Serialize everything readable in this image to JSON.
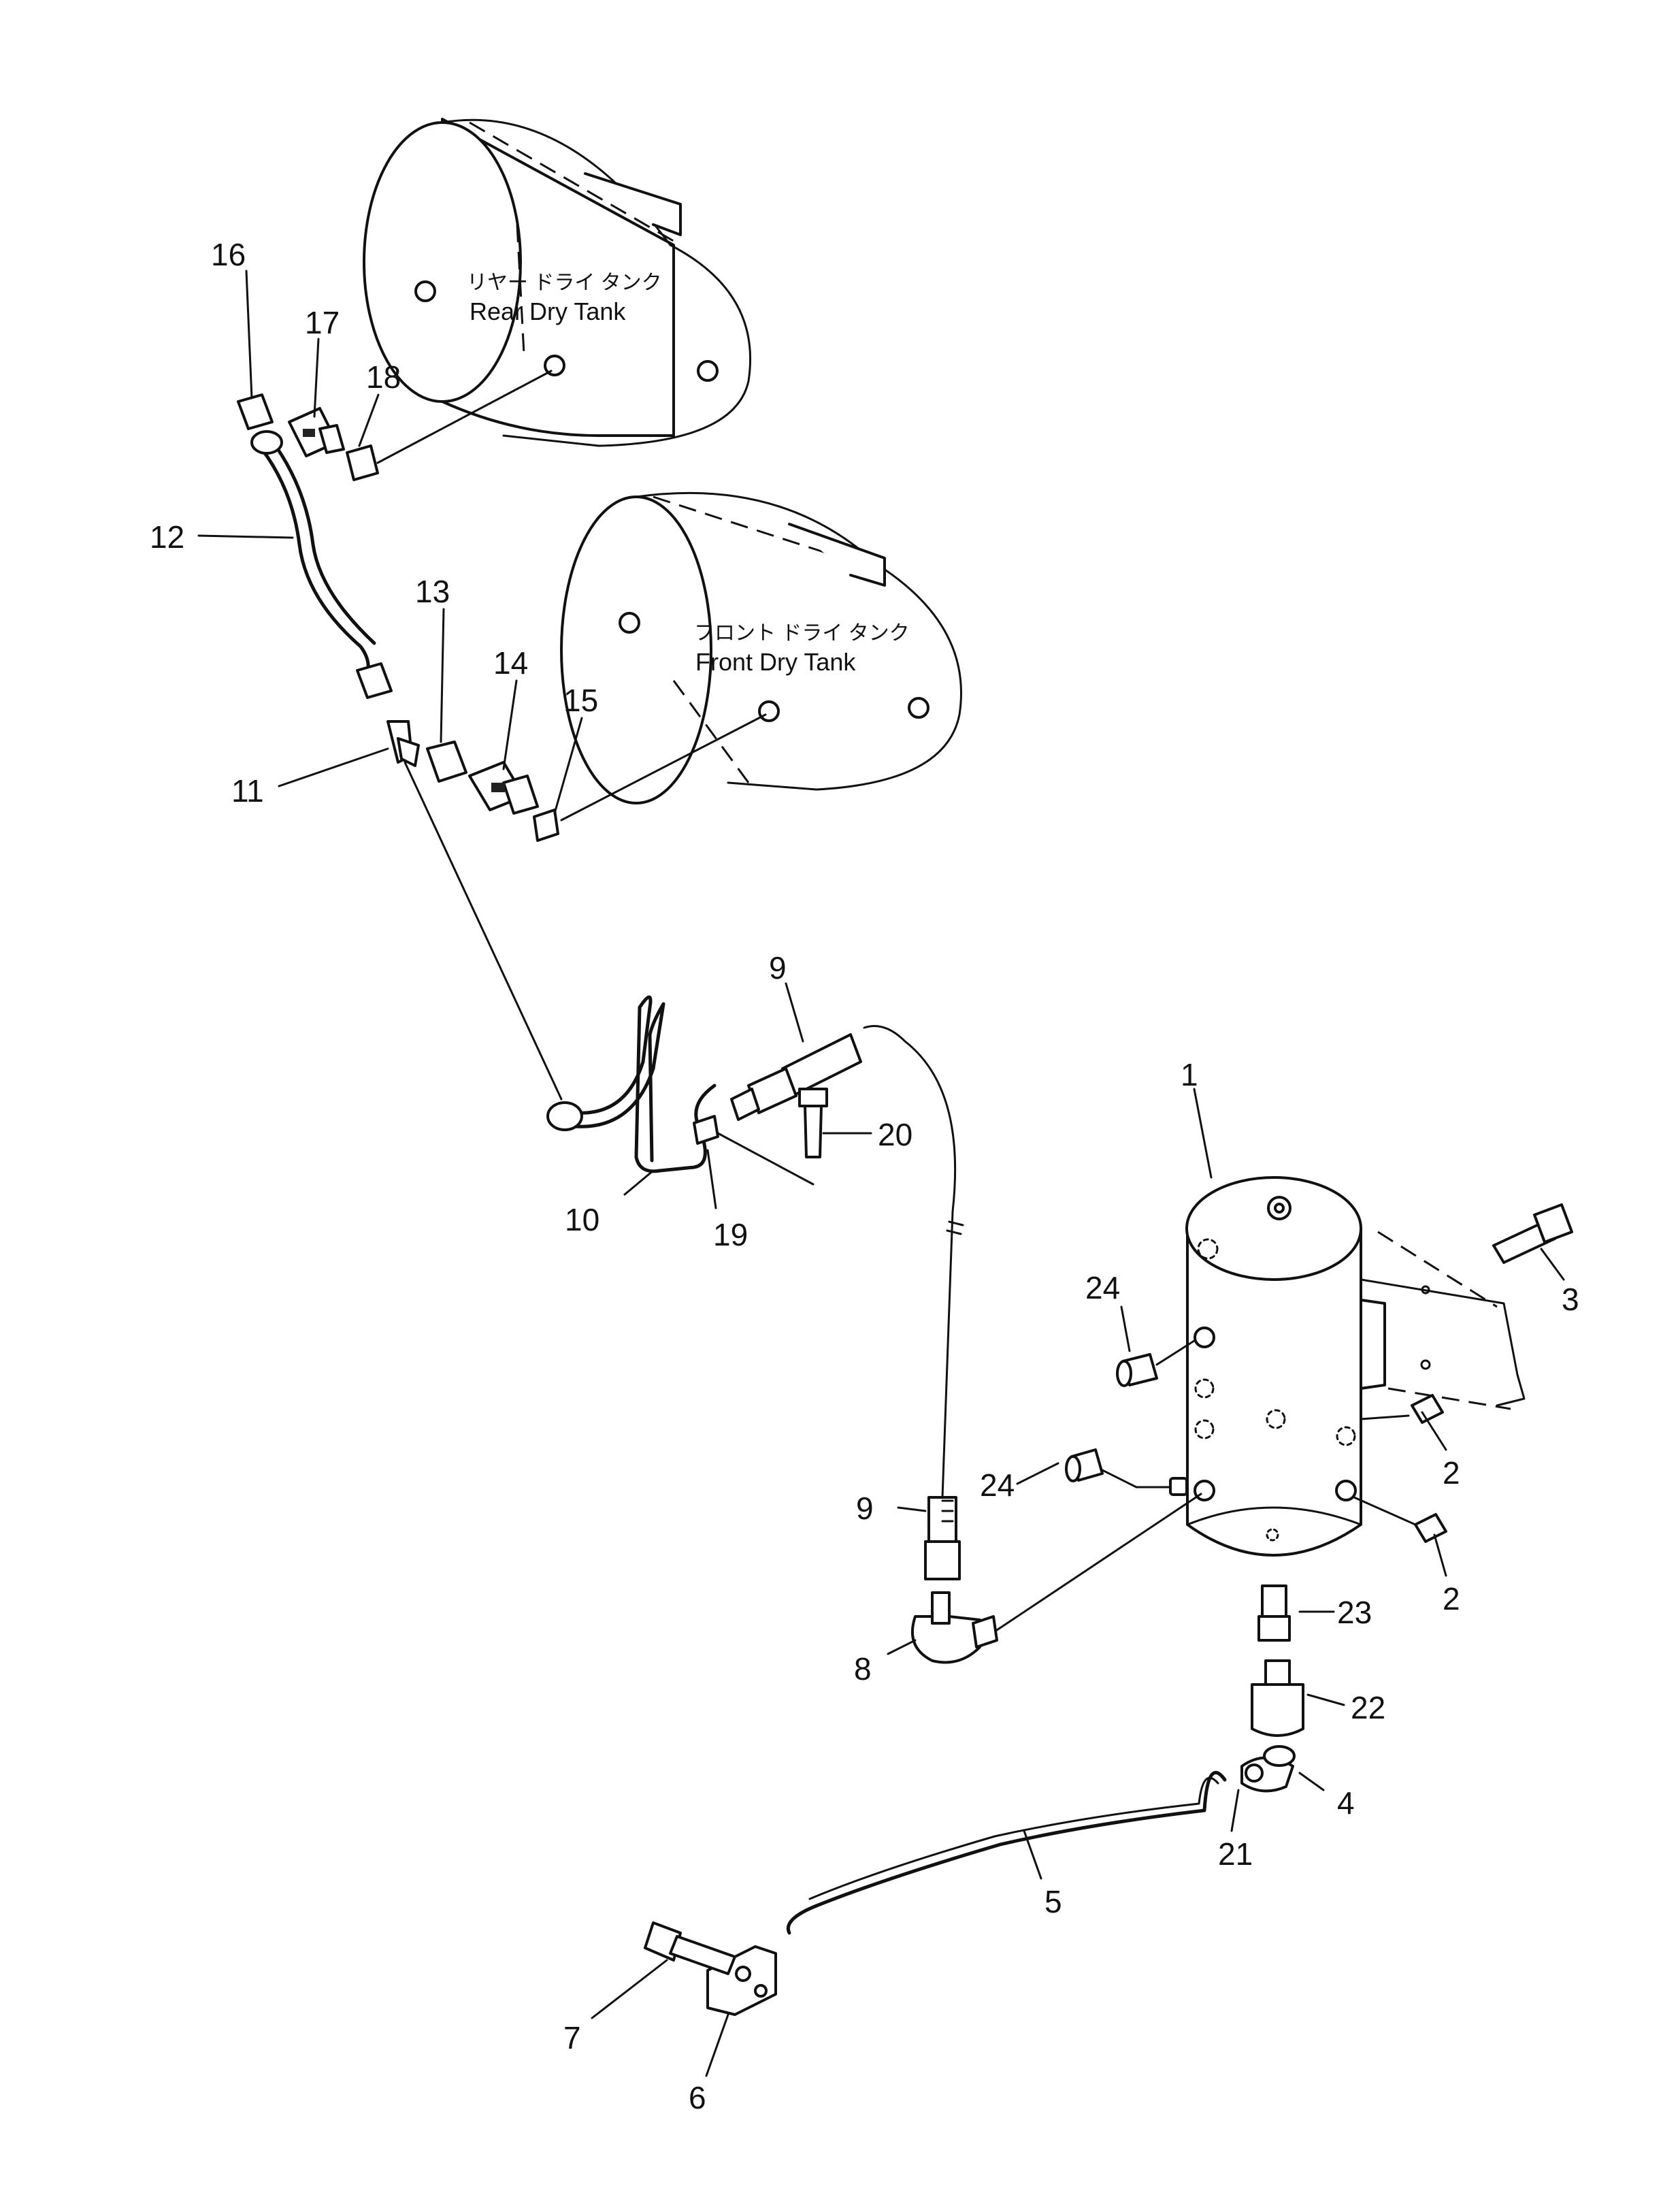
{
  "tanks": {
    "rear": {
      "label_jp": "リヤー ドライ タンク",
      "label_en": "Rear Dry Tank"
    },
    "front": {
      "label_jp": "フロント ドライ タンク",
      "label_en": "Front Dry Tank"
    }
  },
  "callouts": {
    "c1": "1",
    "c2a": "2",
    "c2b": "2",
    "c3": "3",
    "c4": "4",
    "c5": "5",
    "c6": "6",
    "c7": "7",
    "c8": "8",
    "c9a": "9",
    "c9b": "9",
    "c10": "10",
    "c11": "11",
    "c12": "12",
    "c13": "13",
    "c14": "14",
    "c15": "15",
    "c16": "16",
    "c17": "17",
    "c18": "18",
    "c19": "19",
    "c20": "20",
    "c21": "21",
    "c22": "22",
    "c23": "23",
    "c24a": "24",
    "c24b": "24"
  }
}
